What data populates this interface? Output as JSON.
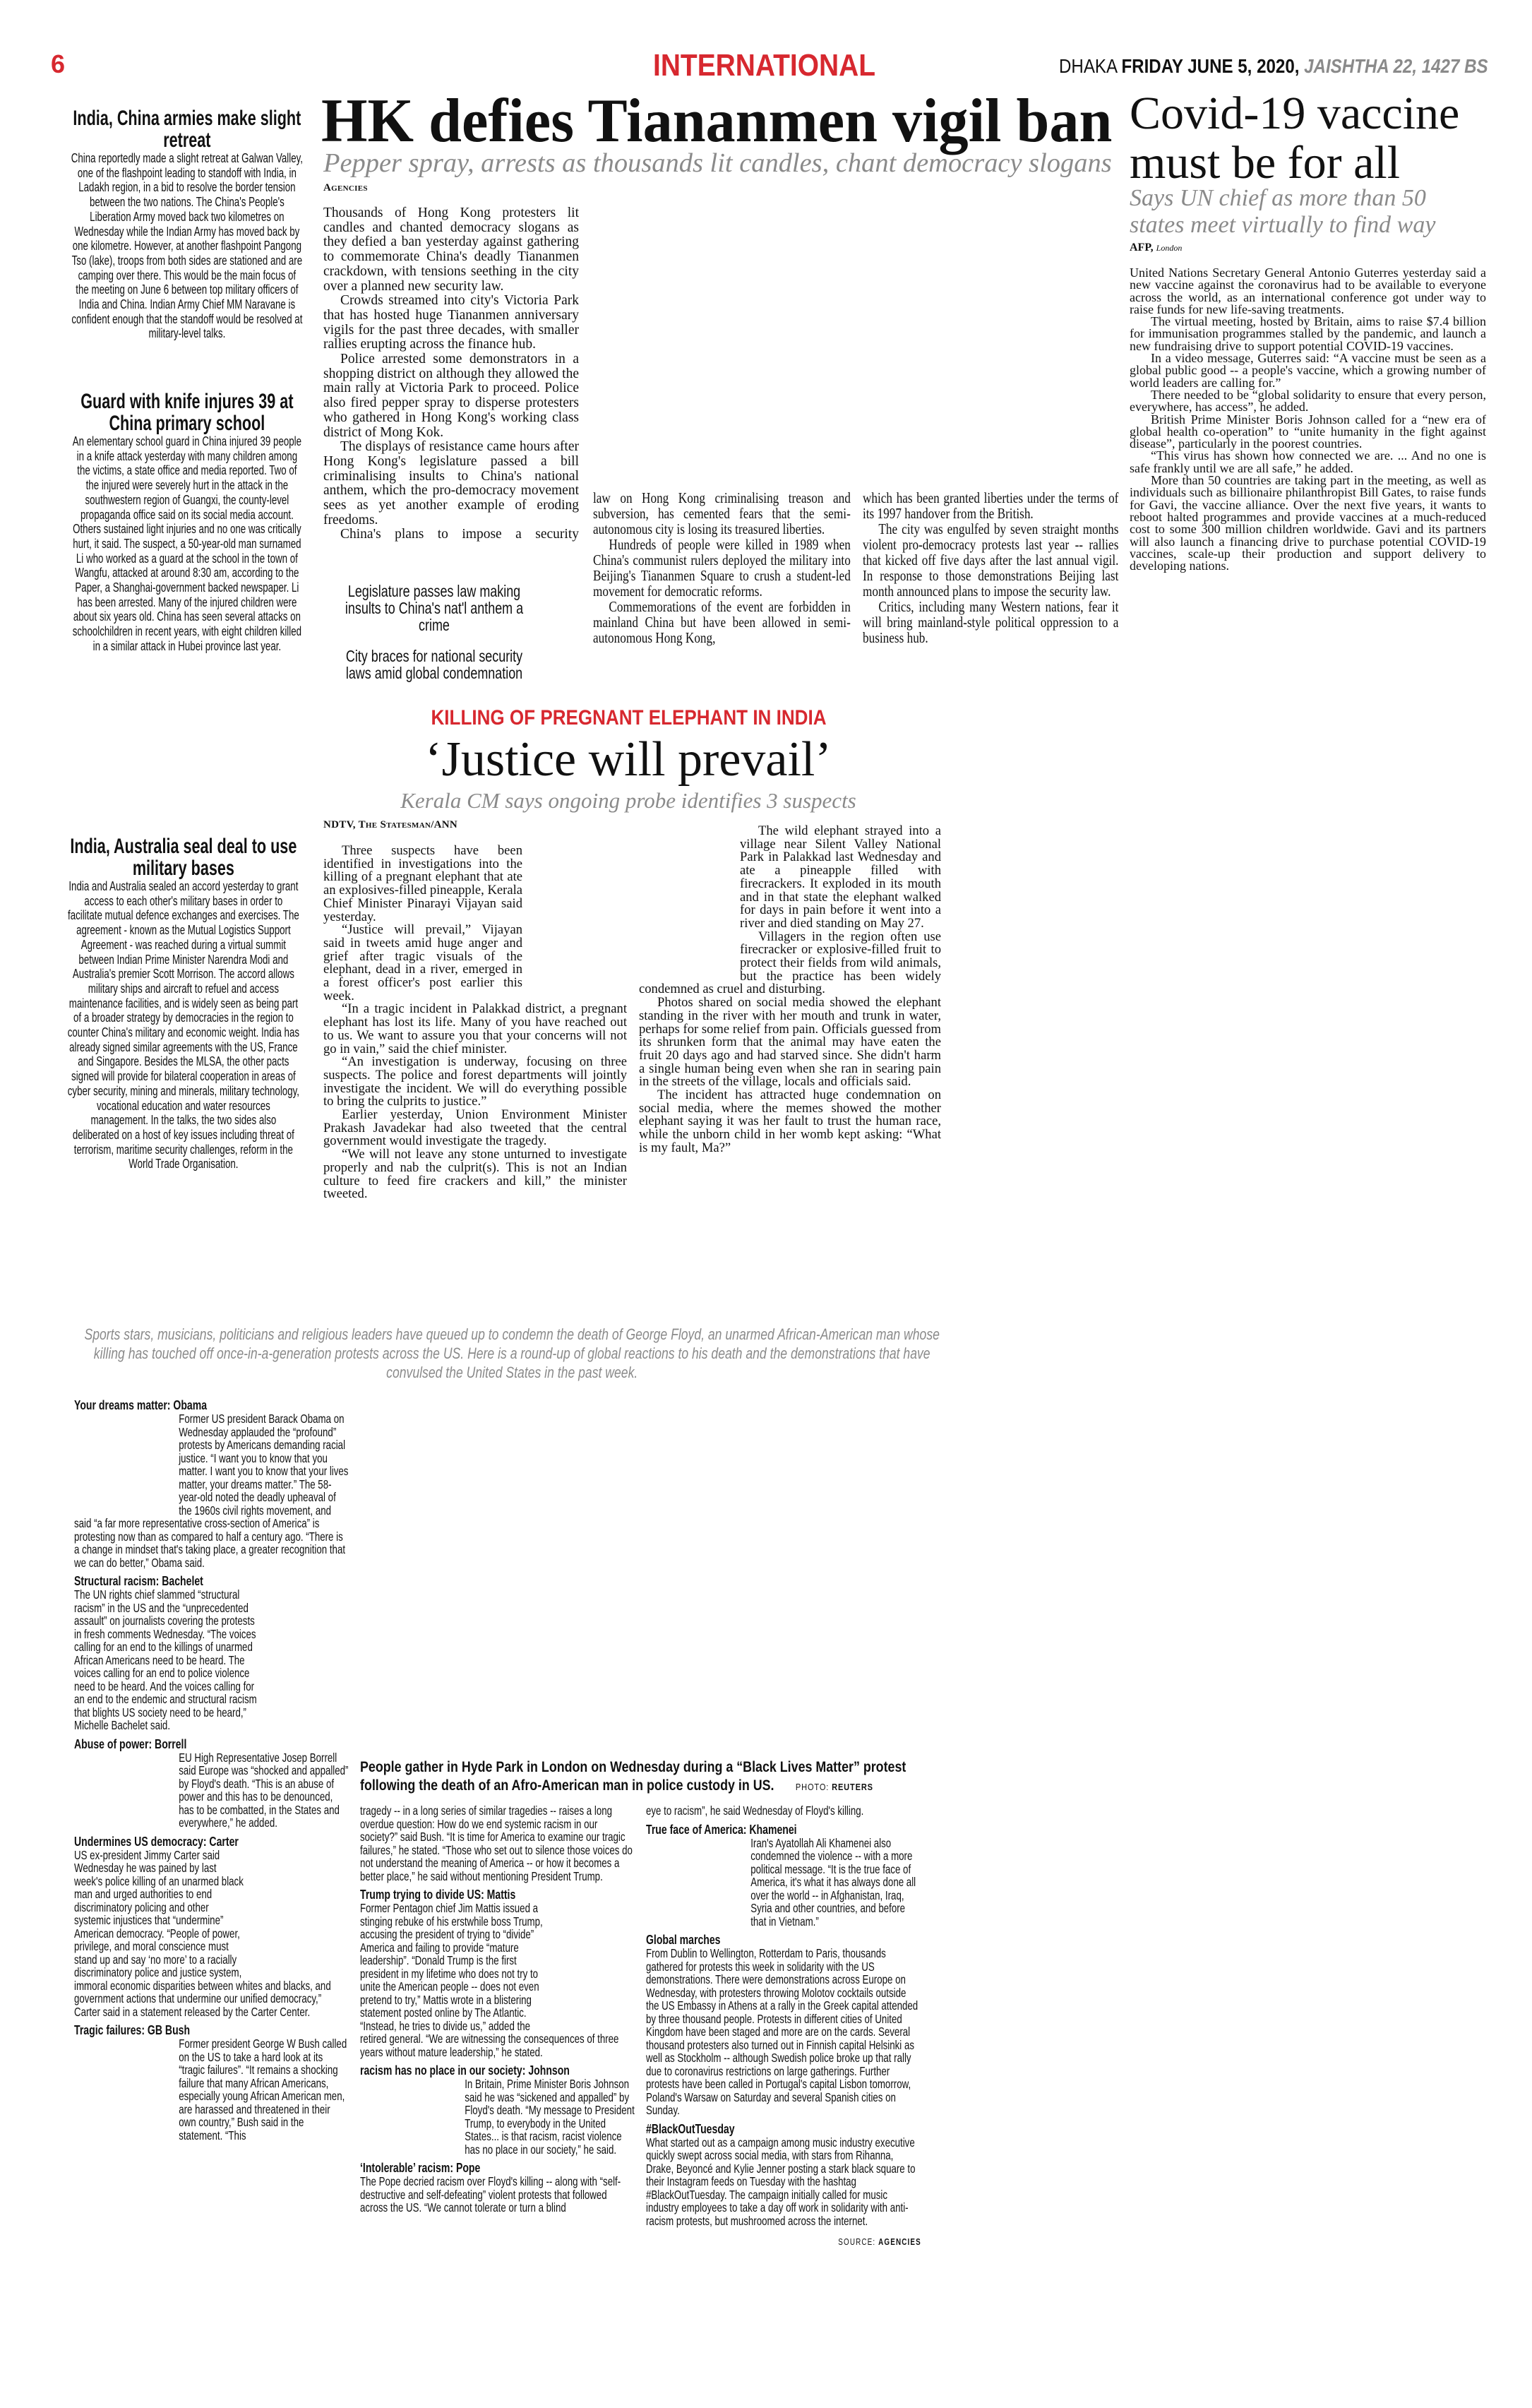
{
  "header": {
    "page_number": "6",
    "section": "INTERNATIONAL",
    "city": "DHAKA ",
    "date": "FRIDAY JUNE 5, 2020, ",
    "bangla_date": "JAISHTHA 22, 1427 BS"
  },
  "briefs": [
    {
      "headline": "India, China armies make slight retreat",
      "body": "China reportedly made a slight retreat at Galwan Valley, one of the flashpoint leading to standoff with India, in Ladakh region, in a bid to resolve the border tension between the two nations. The China's People's Liberation Army moved back two kilometres on Wednesday while the Indian Army has moved back by one kilometre. However, at another flashpoint Pangong Tso (lake), troops from both sides are stationed and are camping over there. This would be the main focus of the meeting on June 6 between top military officers of India and China. Indian Army Chief MM Naravane is confident enough that the standoff would be resolved at military-level talks."
    },
    {
      "headline": "Guard with knife injures 39 at China primary school",
      "body": "An elementary school guard in China injured 39 people in a knife attack yesterday with many children among the victims, a state office and media reported. Two of the injured were severely hurt in the attack in the southwestern region of Guangxi, the county-level propaganda office said on its social media account. Others sustained light injuries and no one was critically hurt, it said. The suspect, a 50-year-old man surnamed Li who worked as a guard at the school in the town of Wangfu, attacked at around 8:30 am, according to the Paper, a Shanghai-government backed newspaper. Li has been arrested. Many of the injured children were about six years old. China has seen several attacks on schoolchildren in recent years, with eight children killed in a similar attack in Hubei province last year."
    },
    {
      "headline": "India, Australia seal deal to use military bases",
      "body": "India and Australia sealed an accord yesterday to grant access to each other's military bases in order to facilitate mutual defence exchanges and exercises. The agreement - known as the Mutual Logistics Support Agreement - was reached during a virtual summit between Indian Prime Minister Narendra Modi and Australia's premier Scott Morrison. The accord allows military ships and aircraft to refuel and access maintenance facilities, and is widely seen as being part of a broader strategy by democracies in the region to counter China's military and economic weight. India has already signed similar agreements with the US, France and Singapore. Besides the MLSA, the other pacts signed will provide for bilateral cooperation in areas of cyber security, mining and minerals, military technology, vocational education and water resources management. In the talks, the two sides also deliberated on a host of key issues including threat of terrorism, maritime security challenges, reform in the World Trade Organisation."
    }
  ],
  "hk": {
    "headline": "HK defies Tiananmen vigil ban",
    "subheadline": "Pepper spray, arrests as thousands lit candles, chant democracy slogans",
    "byline": "Agencies",
    "col1": [
      "Thousands of Hong Kong protesters lit candles and chanted democracy slogans as they defied a ban yesterday against gathering to commemorate China's deadly Tiananmen crackdown, with tensions seething in the city over a planned new security law.",
      "Crowds streamed into city's Victoria Park that has hosted huge Tiananmen anniversary vigils for the past three decades, with smaller rallies erupting across the finance hub.",
      "Police arrested some demonstrators in a shopping district on although they allowed the main rally at Victoria Park to proceed. Police also fired pepper spray to disperse protesters who gathered in Hong Kong's working class district of Mong Kok.",
      "The displays of resistance came hours after Hong Kong's legislature passed a bill criminalising insults to China's national anthem, which the pro-democracy movement sees as yet another example of eroding freedoms.",
      "China's plans to impose a security"
    ],
    "col2": [
      "law on Hong Kong criminalising treason and subversion, has cemented fears that the semi-autonomous city is losing its treasured liberties.",
      "Hundreds of people were killed in 1989 when China's communist rulers deployed the military into Beijing's Tiananmen Square to crush a student-led movement for democratic reforms.",
      "Commemorations of the event are forbidden in mainland China but have been allowed in semi-autonomous Hong Kong,"
    ],
    "col3": [
      "which has been granted liberties under the terms of its 1997 handover from the British.",
      "The city was engulfed by seven straight months violent pro-democracy protests last year -- rallies that kicked off five days after the last annual vigil. In response to those demonstrations Beijing last month announced plans to impose the security law.",
      "Critics, including many Western nations, fear it will bring mainland-style political oppression to a business hub."
    ],
    "related": [
      "Legislature passes law making insults to China's nat'l anthem a crime",
      "City braces for national security laws amid global condemnation"
    ]
  },
  "covid": {
    "headline": "Covid-19 vaccine must be for all",
    "subheadline": "Says UN chief as more than 50 states meet virtually to find way",
    "agency": "AFP,",
    "dateline": "London",
    "body": [
      "United Nations Secretary General Antonio Guterres yesterday said a new vaccine against the coronavirus had to be available to everyone across the world, as an international conference got under way to raise funds for new life-saving treatments.",
      "The virtual meeting, hosted by Britain, aims to raise $7.4 billion for immunisation programmes stalled by the pandemic, and launch a new fundraising drive to support potential COVID-19 vaccines.",
      "In a video message, Guterres said: “A vaccine must be seen as a global public good -- a people's vaccine, which a growing number of world leaders are calling for.”",
      "There needed to be “global solidarity to ensure that every person, everywhere, has access”, he added.",
      "British Prime Minister Boris Johnson called for a “new era of global health co-operation” to “unite humanity in the fight against disease”, particularly in the poorest countries.",
      "“This virus has shown how connected we are. ... And no one is safe frankly until we are all safe,” he added.",
      "More than 50 countries are taking part in the meeting, as well as individuals such as billionaire philanthropist Bill Gates, to raise funds for Gavi, the vaccine alliance. Over the next five years, it wants to reboot halted programmes and provide vaccines at a much-reduced cost to some 300 million children worldwide. Gavi and its partners will also launch a financing drive to purchase potential COVID-19 vaccines, scale-up their production and support delivery to developing nations."
    ]
  },
  "elephant": {
    "kicker": "KILLING OF PREGNANT ELEPHANT IN INDIA",
    "headline": "‘Justice will prevail’",
    "subheadline": "Kerala CM says ongoing probe identifies 3 suspects",
    "byline": "NDTV, The Statesman/ANN",
    "col1": [
      "Three suspects have been identified in investigations into the killing of a pregnant elephant that ate an explosives-filled pineapple, Kerala Chief Minister Pinarayi Vijayan said yesterday.",
      "“Justice will prevail,” Vijayan said in tweets amid huge anger and grief after tragic visuals of the elephant, dead in a river, emerged in a forest officer's post earlier this week.",
      "“In a tragic incident in Palakkad district, a pregnant elephant has lost its life. Many of you have reached out to us. We want to assure you that your concerns will not go in vain,” said the chief minister.",
      "“An investigation is underway, focusing on three suspects. The police and forest departments will jointly investigate the incident. We will do everything possible to bring the culprits to justice.”",
      "Earlier yesterday, Union Environment Minister Prakash Javadekar had also tweeted that the central government would investigate the tragedy.",
      "“We will not leave any stone unturned to investigate properly and nab the culprit(s). This is not an Indian culture to feed fire crackers and kill,” the minister tweeted."
    ],
    "col2": [
      "The wild elephant strayed into a village near Silent Valley National Park in Palakkad last Wednesday and ate a pineapple filled with firecrackers. It exploded in its mouth and in that state the elephant walked for days in pain before it went into a river and died standing on May 27.",
      "Villagers in the region often use firecracker or explosive-filled fruit to protect their fields from wild animals, but the practice has been widely condemned as cruel and disturbing.",
      "Photos shared on social media showed the elephant standing in the river with her mouth and trunk in water, perhaps for some relief from pain. Officials guessed from its shrunken form that the animal may have eaten the fruit 20 days ago and had starved since. She didn't harm a single human being even when she ran in searing pain in the streets of the village, locals and officials said.",
      "The incident has attracted huge condemnation on social media, where the memes showed the mother elephant saying it was her fault to trust the human race, while the unborn child in her womb kept asking: “What is my fault, Ma?”"
    ]
  },
  "floyd": {
    "intro": "Sports stars, musicians, politicians and religious leaders have queued up to condemn the death of George Floyd, an unarmed African-American man whose killing has touched off once-in-a-generation protests across the US. Here is a round-up of global reactions to his death and the demonstrations that have convulsed the United States in the past week.",
    "photo_caption": "People gather in Hyde Park in London on Wednesday during a “Black Lives Matter” protest following the death of an Afro-American man in police custody in US.",
    "photo_credit_label": "PHOTO:",
    "photo_credit": "REUTERS",
    "items": {
      "obama": {
        "head": "Your dreams matter: Obama",
        "body": "Former US president Barack Obama on Wednesday applauded the “profound” protests by Americans demanding racial justice. “I want you to know that you matter. I want you to know that your lives matter, your dreams matter.” The 58-year-old noted the deadly upheaval of the 1960s civil rights movement, and said “a far more representative cross-section of America” is protesting now than as compared to half a century ago. “There is a change in mindset that's taking place, a greater recognition that we can do better,” Obama said."
      },
      "bachelet": {
        "head": "Structural racism: Bachelet",
        "body": "The UN rights chief slammed “structural racism” in the US and the “unprecedented assault” on journalists covering the protests in fresh comments Wednesday. “The voices calling for an end to the killings of unarmed African Americans need to be heard. The voices calling for an end to police violence need to be heard. And the voices calling for an end to the endemic and structural racism that blights US society need to be heard,” Michelle Bachelet said."
      },
      "borrell": {
        "head": "Abuse of power: Borrell",
        "body": "EU High Representative Josep Borrell said Europe was “shocked and appalled” by Floyd's death. “This is an abuse of power and this has to be denounced, has to be combatted, in the States and everywhere,” he added."
      },
      "carter": {
        "head": "Undermines US democracy: Carter",
        "body": "US ex-president Jimmy Carter said Wednesday he was pained by last week's police killing of an unarmed black man and urged authorities to end discriminatory policing and other systemic injustices that “undermine” American democracy. “People of power, privilege, and moral conscience must stand up and say ‘no more’ to a racially discriminatory police and justice system, immoral economic disparities between whites and blacks, and government actions that undermine our unified democracy,” Carter said in a statement released by the Carter Center."
      },
      "bush": {
        "head": "Tragic failures: GB Bush",
        "body": "Former president George W Bush called on the US to take a hard look at its “tragic failures”. “It remains a shocking failure that many African Americans, especially young African American men, are harassed and threatened in their own country,” Bush said in the statement. “This",
        "body_cont": "tragedy -- in a long series of similar tragedies -- raises a long overdue question: How do we end systemic racism in our society?” said Bush. “It is time for America to examine our tragic failures,” he stated. “Those who set out to silence those voices do not understand the meaning of America -- or how it becomes a better place,” he said without mentioning President Trump."
      },
      "mattis": {
        "head": "Trump trying to divide US: Mattis",
        "body": "Former Pentagon chief Jim Mattis issued a stinging rebuke of his erstwhile boss Trump, accusing the president of trying to “divide” America and failing to provide “mature leadership”. “Donald Trump is the first president in my lifetime who does not try to unite the American people -- does not even pretend to try,” Mattis wrote in a blistering statement posted online by The Atlantic. “Instead, he tries to divide us,” added the retired general. “We are witnessing the consequences of three years without mature leadership,” he stated."
      },
      "johnson": {
        "head": "racism has no place in our society: Johnson",
        "body": "In Britain, Prime Minister Boris Johnson said he was “sickened and appalled” by Floyd's death. “My message to President Trump, to everybody in the United States... is that racism, racist violence has no place in our society,” he said."
      },
      "pope": {
        "head": "‘Intolerable’ racism: Pope",
        "body": "The Pope decried racism over Floyd's killing -- along with “self-destructive and self-defeating” violent protests that followed across the US. “We cannot tolerate or turn a blind",
        "body_cont": "eye to racism”, he said Wednesday of Floyd's killing."
      },
      "khamenei": {
        "head": "True face of America: Khamenei",
        "body": "Iran's Ayatollah Ali Khamenei also condemned the violence -- with a more political message. “It is the true face of America, it's what it has always done all over the world -- in Afghanistan, Iraq, Syria and other countries, and before that in Vietnam.”"
      },
      "marches": {
        "head": "Global marches",
        "body": "From Dublin to Wellington, Rotterdam to Paris, thousands gathered for protests this week in solidarity with the US demonstrations. There were demonstrations across Europe on Wednesday, with protesters throwing Molotov cocktails outside the US Embassy in Athens at a rally in the Greek capital attended by three thousand people. Protests in different cities of United Kingdom have been staged and more are on the cards. Several thousand protesters also turned out in Finnish capital Helsinki as well as Stockholm -- although Swedish police broke up that rally due to coronavirus restrictions on large gatherings. Further protests have been called in Portugal's capital Lisbon tomorrow, Poland's Warsaw on Saturday and several Spanish cities on Sunday."
      },
      "blackout": {
        "head": "#BlackOutTuesday",
        "body": "What started out as a campaign among music industry executive quickly swept across social media, with stars from Rihanna, Drake, Beyoncé and Kylie Jenner posting a stark black square to their Instagram feeds on Tuesday with the hashtag #BlackOutTuesday. The campaign initially called for music industry employees to take a day off work in solidarity with anti-racism protests, but mushroomed across the internet."
      }
    },
    "source_label": "SOURCE:",
    "source": "AGENCIES"
  },
  "colors": {
    "accent_red": "#d7282f",
    "subhead_gray": "#8a8a8a"
  }
}
